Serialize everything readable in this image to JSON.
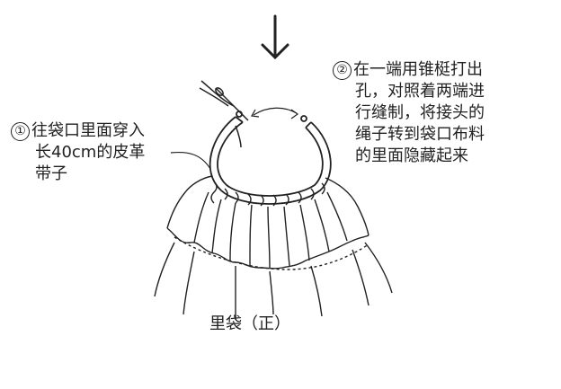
{
  "arrow_icon": "down-arrow-icon",
  "note1": {
    "number": "①",
    "lines": [
      "往袋口里面穿入",
      "长40cm的皮革",
      "带子"
    ]
  },
  "note2": {
    "number": "②",
    "lines": [
      "在一端用锥梃打出",
      "孔，对照着两端进",
      "行缝制，将接头的",
      "绳子转到袋口布料",
      "的里面隐藏起来"
    ]
  },
  "bottom_label": "里袋（正）",
  "colors": {
    "ink": "#222222",
    "background": "#ffffff"
  }
}
